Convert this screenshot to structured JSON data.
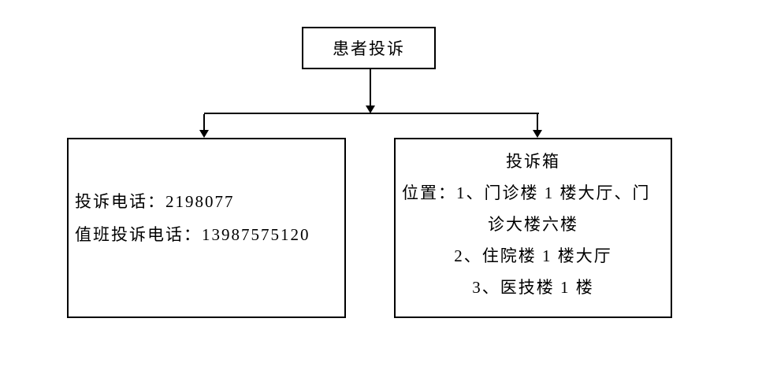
{
  "diagram": {
    "root": {
      "label": "患者投诉"
    },
    "phone_box": {
      "lines": [
        "投诉电话：2198077",
        "值班投诉电话：13987575120"
      ]
    },
    "complaint_box": {
      "title": "投诉箱",
      "lines": [
        "位置：1、门诊楼 1 楼大厅、门",
        "诊大楼六楼",
        "2、住院楼 1 楼大厅",
        "3、医技楼 1 楼"
      ]
    },
    "colors": {
      "line": "#000000",
      "background": "#ffffff",
      "text": "#000000"
    }
  }
}
